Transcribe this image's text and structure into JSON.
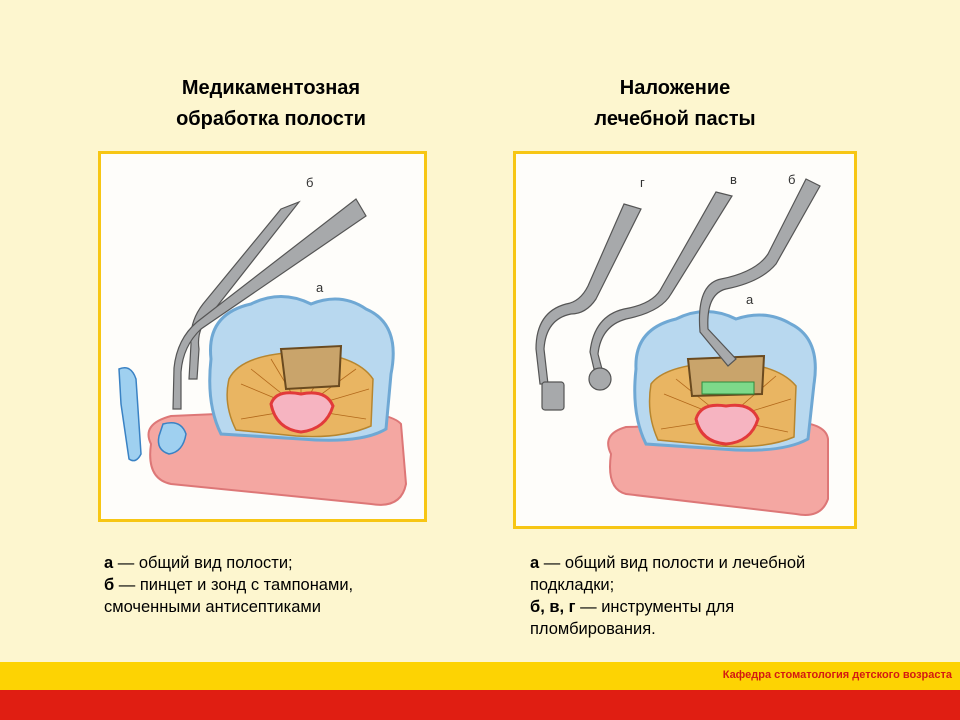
{
  "left": {
    "title_line1": "Медикаментозная",
    "title_line2": "обработка полости",
    "labels": {
      "b": "б",
      "a": "а"
    },
    "caption": [
      {
        "key": "а",
        "text": " — общий вид полости;"
      },
      {
        "key": "б",
        "text": " — пинцет и зонд с тампонами,"
      },
      {
        "key": "",
        "text": "смоченными антисептиками"
      }
    ]
  },
  "right": {
    "title_line1": "Наложение",
    "title_line2": "лечебной пасты",
    "labels": {
      "g": "г",
      "v": "в",
      "b": "б",
      "a": "а"
    },
    "caption": [
      {
        "key": "а",
        "text": " — общий вид полости и лечебной"
      },
      {
        "key": "",
        "text": "подкладки;"
      },
      {
        "key": "б, в, г",
        "text": " — инструменты для"
      },
      {
        "key": "",
        "text": "пломбирования."
      }
    ]
  },
  "footer": {
    "text": "Кафедра стоматология детского возраста",
    "band_color": "#fdd303",
    "bottom_color": "#e01e12"
  },
  "colors": {
    "figure_border": "#f7c614",
    "enamel": "#a9cfe8",
    "dentin": "#e8b85a",
    "pulp": "#e23a3a",
    "gum": "#f4a3a3",
    "instrument": "#a7a9ab"
  }
}
